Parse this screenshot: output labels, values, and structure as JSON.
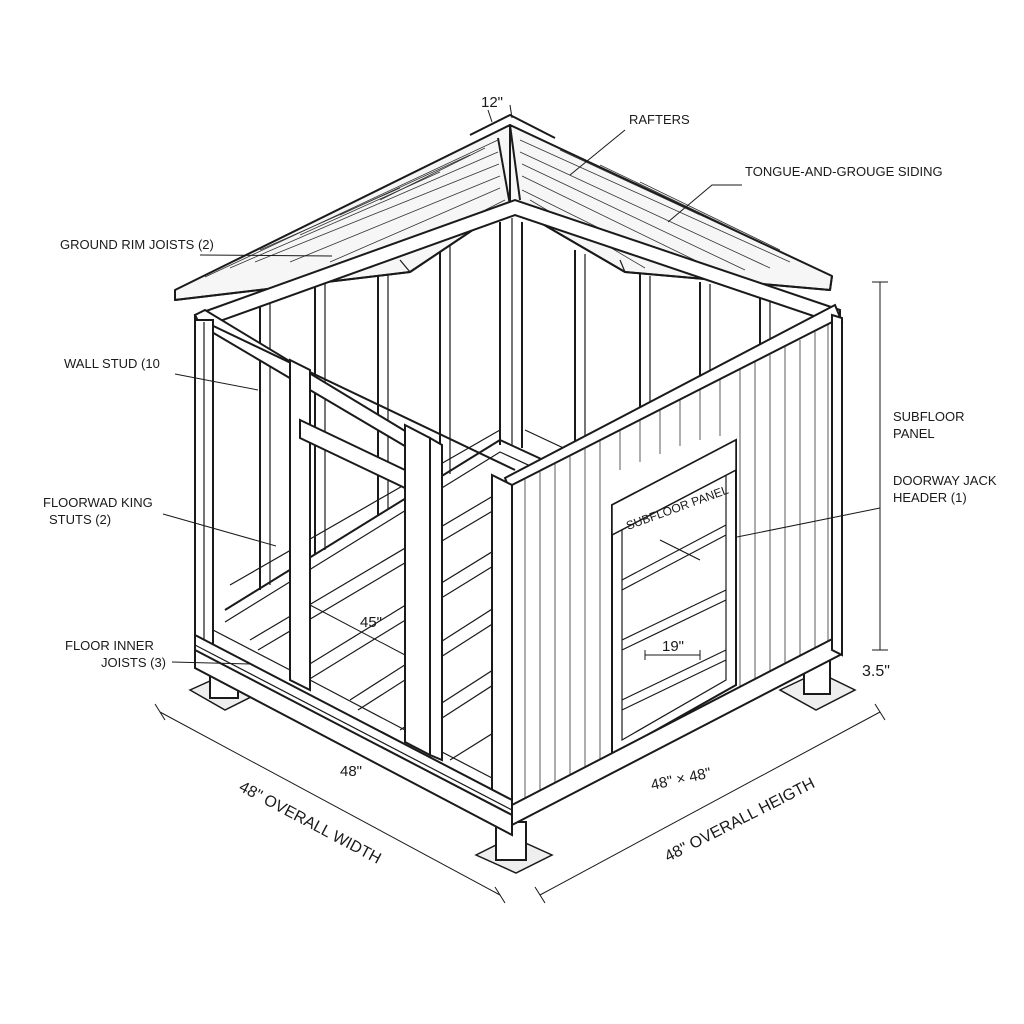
{
  "diagram": {
    "labels": {
      "rafters": "RAFTERS",
      "siding": "TONGUE-AND-GROUGE SIDING",
      "ground_rim_joists": "GROUND RIM JOISTS (2)",
      "wall_stud": "WALL STUD (10",
      "floorwad_line1": "FLOORWAD KING",
      "floorwad_line2": "STUTS (2)",
      "floor_inner_line1": "FLOOR INNER",
      "floor_inner_line2": "JOISTS (3)",
      "subfloor_line1": "SUBFLOOR",
      "subfloor_line2": "PANEL",
      "doorway_line1": "DOORWAY JACK",
      "doorway_line2": "HEADER (1)",
      "door_sign": "SUBFLOOR PANEL"
    },
    "dimensions": {
      "roof_peak": "12\"",
      "inner_45": "45\"",
      "door_19": "19\"",
      "height_3_5": "3.5\"",
      "front_48": "48\"",
      "overall_width": "48\" OVERALL WIDTH",
      "plan_48x48": "48\" × 48\"",
      "overall_height": "48\" OVERALL HEIGTH"
    }
  }
}
